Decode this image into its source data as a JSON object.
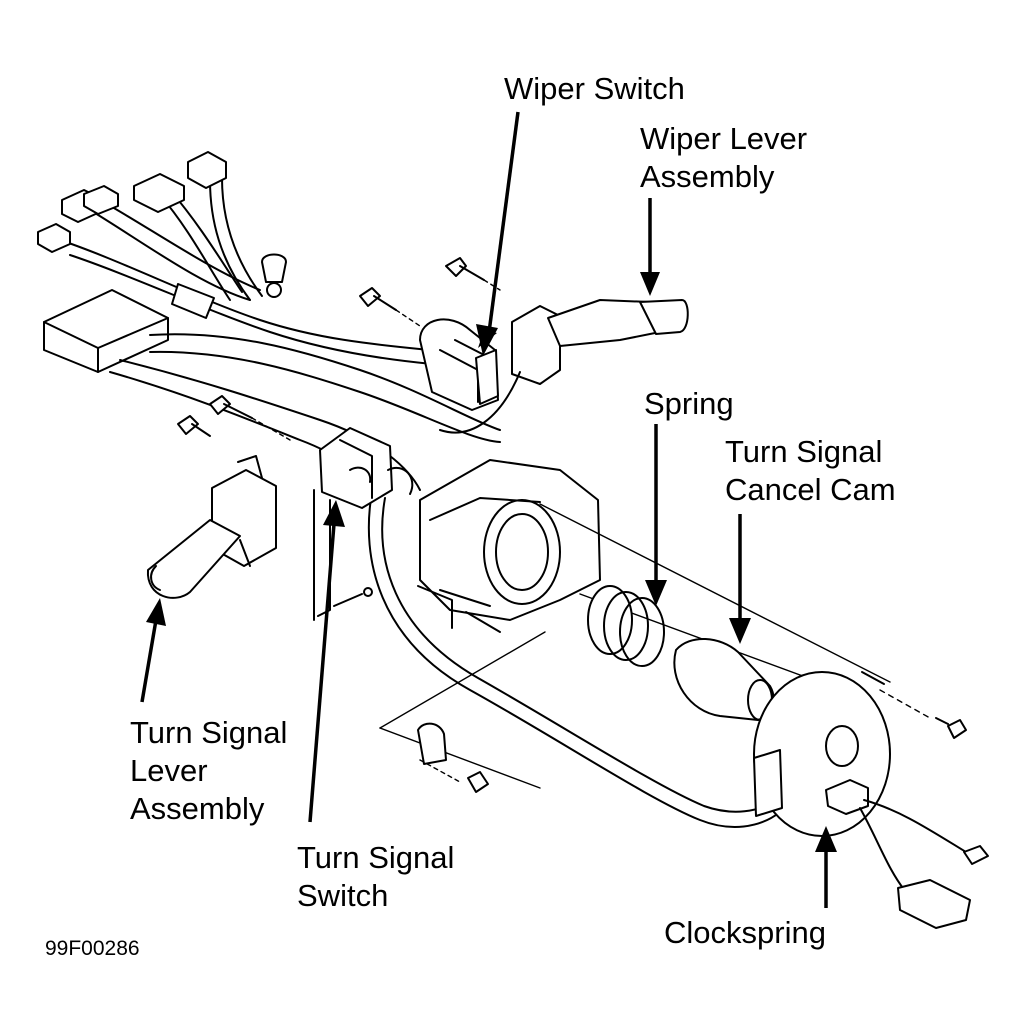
{
  "labels": {
    "wiper_switch": "Wiper Switch",
    "wiper_lever_assembly": "Wiper Lever\nAssembly",
    "spring": "Spring",
    "turn_signal_cancel_cam": "Turn Signal\nCancel Cam",
    "turn_signal_lever_assembly": "Turn Signal\nLever\nAssembly",
    "turn_signal_switch": "Turn Signal\nSwitch",
    "clockspring": "Clockspring"
  },
  "figure_code": "99F00286"
}
